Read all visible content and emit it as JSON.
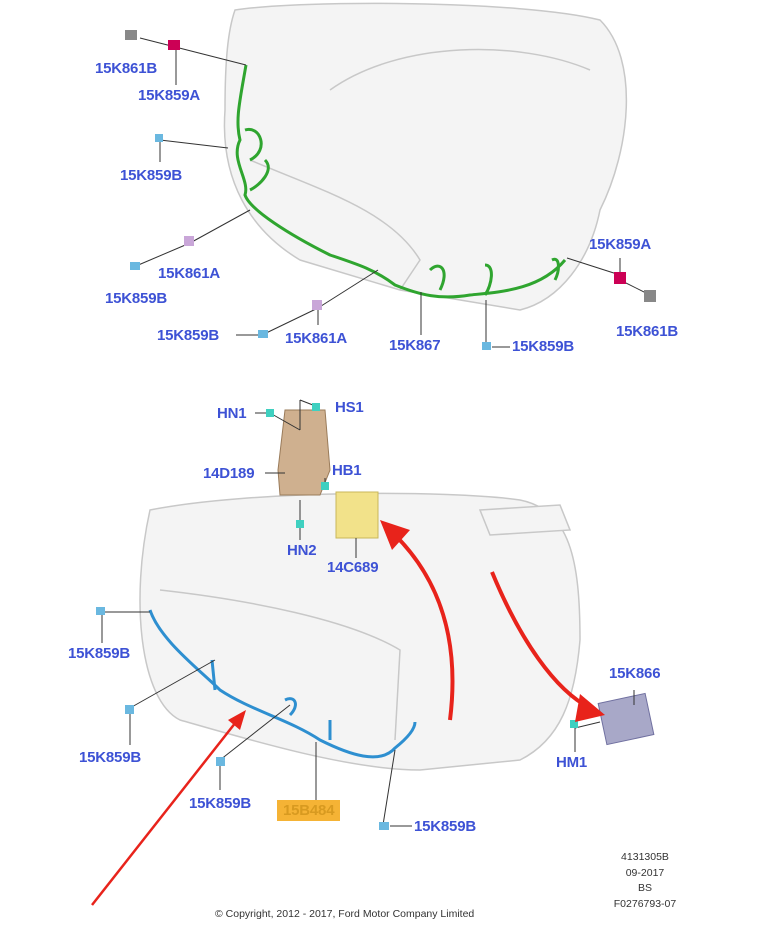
{
  "top_section": {
    "labels": [
      "15K861B",
      "15K859A",
      "15K859B",
      "15K861A",
      "15K859B",
      "15K859B",
      "15K861A",
      "15K867",
      "15K859B",
      "15K859A",
      "15K861B"
    ]
  },
  "middle_section": {
    "labels": [
      "HN1",
      "HS1",
      "14D189",
      "HB1",
      "HN2",
      "14C689"
    ]
  },
  "bottom_section": {
    "labels": [
      "15K859B",
      "15K866",
      "15K859B",
      "HM1",
      "15K859B",
      "15B484",
      "15K859B"
    ],
    "highlighted_part": "15B484"
  },
  "meta": {
    "illustration_id": "4131305B",
    "date": "09-2017",
    "code": "BS",
    "figure_id": "F0276793-07"
  },
  "copyright": "© Copyright, 2012 - 2017, Ford Motor Company Limited",
  "colors": {
    "label": "#3d52d5",
    "front_harness": "#2fa52f",
    "rear_harness": "#2e8fd0",
    "arrow": "#e8231b",
    "highlight": "#f5b335"
  }
}
